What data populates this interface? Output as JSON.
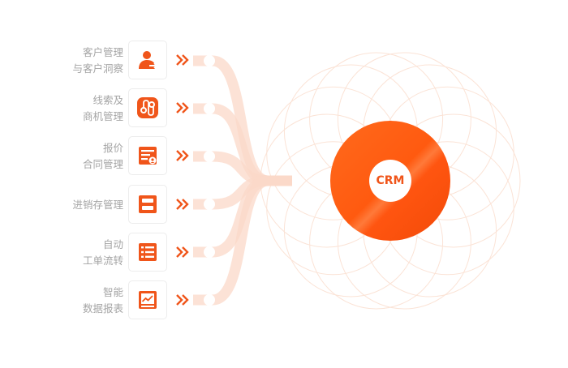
{
  "diagram": {
    "hub": {
      "label": "CRM",
      "color": "#ff5a14"
    },
    "accent_color": "#f0551a",
    "connector_color": "#fbd8c8",
    "modules": [
      {
        "line1": "客户管理",
        "line2": "与客户洞察",
        "icon": "user-transfer-icon"
      },
      {
        "line1": "线索及",
        "line2": "商机管理",
        "icon": "route-path-icon"
      },
      {
        "line1": "报价",
        "line2": "合同管理",
        "icon": "contract-document-icon"
      },
      {
        "line1": "进销存管理",
        "line2": "",
        "icon": "inventory-box-icon"
      },
      {
        "line1": "自动",
        "line2": "工单流转",
        "icon": "workorder-list-icon"
      },
      {
        "line1": "智能",
        "line2": "数据报表",
        "icon": "data-report-icon"
      }
    ]
  }
}
